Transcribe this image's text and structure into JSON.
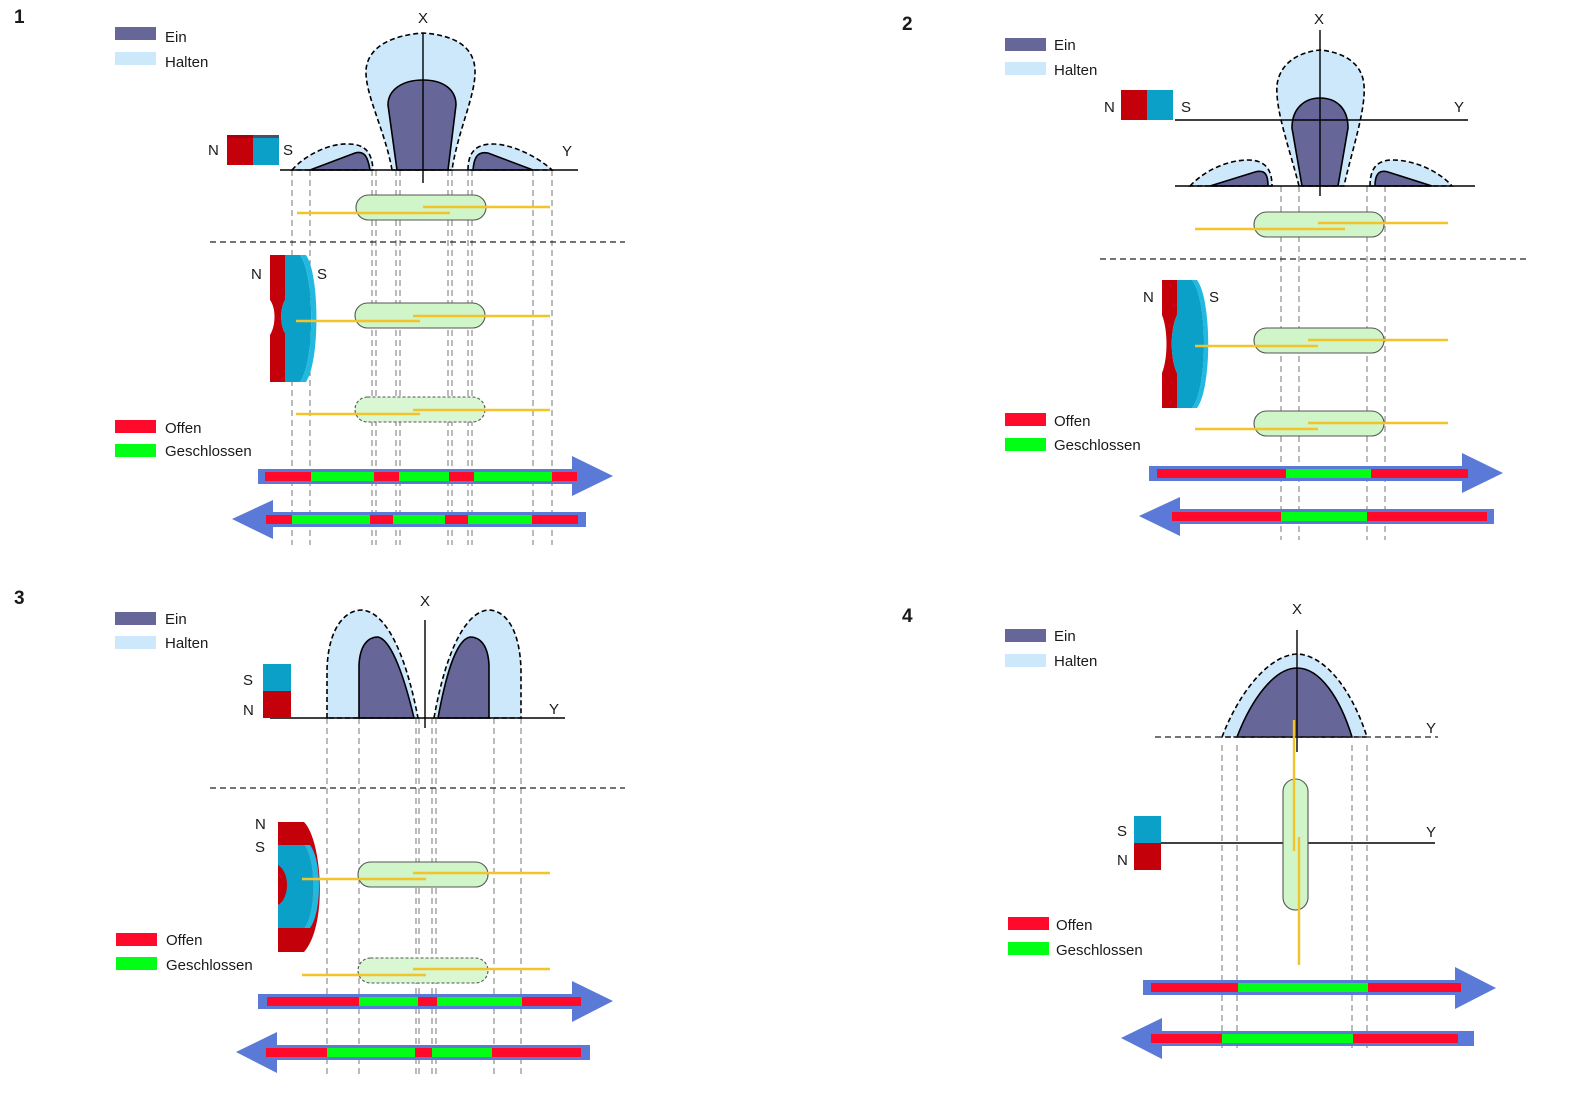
{
  "legend": {
    "ein": "Ein",
    "halten": "Halten",
    "offen": "Offen",
    "geschlossen": "Geschlossen"
  },
  "colors": {
    "ein": "#676699",
    "halten": "#cce8fa",
    "offen": "#ff0a2a",
    "geschlossen": "#00ff14",
    "arrow": "#5b79d6",
    "magnet_north": "#c4000a",
    "magnet_south": "#0aa0c8",
    "reed_glass": "#cff5c8",
    "reed_wire": "#f2c42a"
  },
  "panels": [
    {
      "number": "1",
      "axis_x": "X",
      "axis_y": "Y",
      "magnet_labels": [
        "N",
        "S"
      ],
      "magnet_orientation": "horizontal N-S along Y axis",
      "forward_states": [
        "Offen",
        "Geschlossen",
        "Offen",
        "Geschlossen",
        "Offen",
        "Geschlossen",
        "Offen"
      ],
      "backward_states": [
        "Offen",
        "Geschlossen",
        "Offen",
        "Geschlossen",
        "Offen",
        "Geschlossen",
        "Offen"
      ]
    },
    {
      "number": "2",
      "axis_x": "X",
      "axis_y": "Y",
      "magnet_labels": [
        "N",
        "S"
      ],
      "magnet_orientation": "horizontal N-S along Y axis, offset",
      "forward_states": [
        "Offen",
        "Geschlossen",
        "Offen"
      ],
      "backward_states": [
        "Offen",
        "Geschlossen",
        "Offen"
      ]
    },
    {
      "number": "3",
      "axis_x": "X",
      "axis_y": "Y",
      "magnet_labels": [
        "S",
        "N"
      ],
      "magnet_orientation": "vertical S over N",
      "forward_states": [
        "Offen",
        "Geschlossen",
        "Offen",
        "Geschlossen",
        "Offen"
      ],
      "backward_states": [
        "Offen",
        "Geschlossen",
        "Offen",
        "Geschlossen",
        "Offen"
      ]
    },
    {
      "number": "4",
      "axis_x": "X",
      "axis_y": "Y",
      "magnet_labels": [
        "S",
        "N"
      ],
      "magnet_orientation": "vertical S over N, reed switch perpendicular",
      "forward_states": [
        "Offen",
        "Geschlossen",
        "Offen"
      ],
      "backward_states": [
        "Offen",
        "Geschlossen",
        "Offen"
      ]
    }
  ]
}
